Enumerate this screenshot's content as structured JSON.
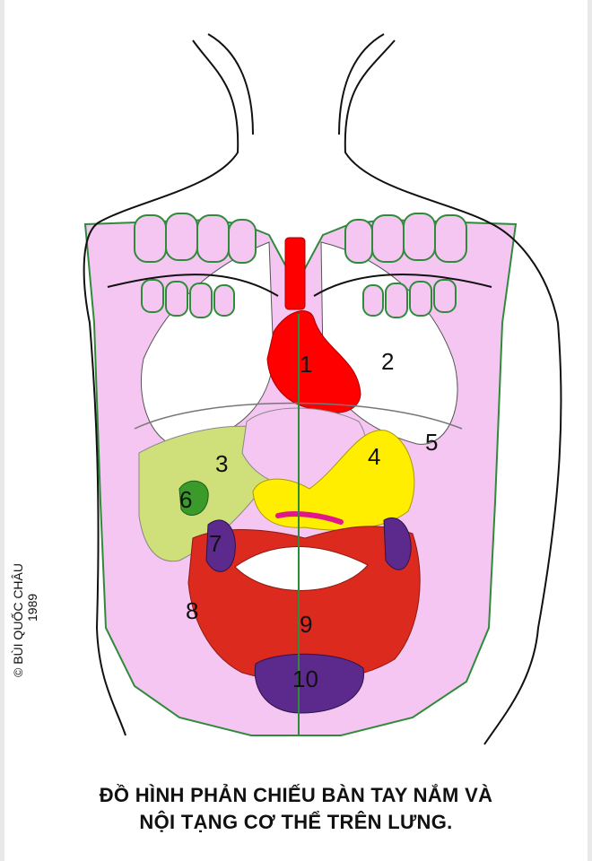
{
  "copyright": {
    "author": "© BÙI QUỐC CHÂU",
    "year": "1989"
  },
  "caption": {
    "line1": "ĐỒ HÌNH PHẢN CHIẾU BÀN TAY NẮM VÀ",
    "line2": "NỘI TẠNG CƠ THỂ TRÊN LƯNG."
  },
  "labels": [
    "1",
    "2",
    "3",
    "4",
    "5",
    "6",
    "7",
    "8",
    "9",
    "10"
  ],
  "colors": {
    "hand_fill": "#f5c6f2",
    "hand_outline": "#2e8b3a",
    "heart": "#ff0000",
    "liver": "#cfe07a",
    "gallbladder": "#3a9a2a",
    "stomach": "#ffee00",
    "kidney": "#5b2a8c",
    "intestine": "#dd2a1e",
    "body_outline": "#111111"
  }
}
